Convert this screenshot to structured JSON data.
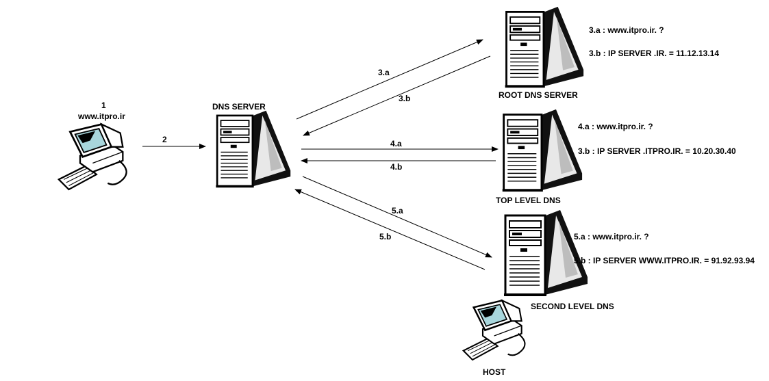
{
  "colors": {
    "line": "#000000",
    "screen": "#a8d6dc",
    "background": "#ffffff"
  },
  "icons": [
    "client-computer-icon",
    "dns-server-tower-icon",
    "root-server-tower-icon",
    "tld-server-tower-icon",
    "sld-server-tower-icon",
    "host-computer-icon"
  ],
  "client": {
    "step": "1",
    "url": "www.itpro.ir"
  },
  "dns_server": {
    "label": "DNS SERVER"
  },
  "root": {
    "label": "ROOT DNS SERVER",
    "query": "3.a : www.itpro.ir. ?",
    "answer": "3.b : IP SERVER .IR. = 11.12.13.14"
  },
  "tld": {
    "label": "TOP LEVEL DNS",
    "query": "4.a : www.itpro.ir. ?",
    "answer": "3.b : IP SERVER .ITPRO.IR. = 10.20.30.40"
  },
  "sld": {
    "label": "SECOND LEVEL DNS",
    "query": "5.a : www.itpro.ir. ?",
    "answer": "5.b : IP SERVER WWW.ITPRO.IR. = 91.92.93.94"
  },
  "host": {
    "label": "HOST"
  },
  "arrows": {
    "a2": "2",
    "a3a": "3.a",
    "a3b": "3.b",
    "a4a": "4.a",
    "a4b": "4.b",
    "a5a": "5.a",
    "a5b": "5.b"
  }
}
